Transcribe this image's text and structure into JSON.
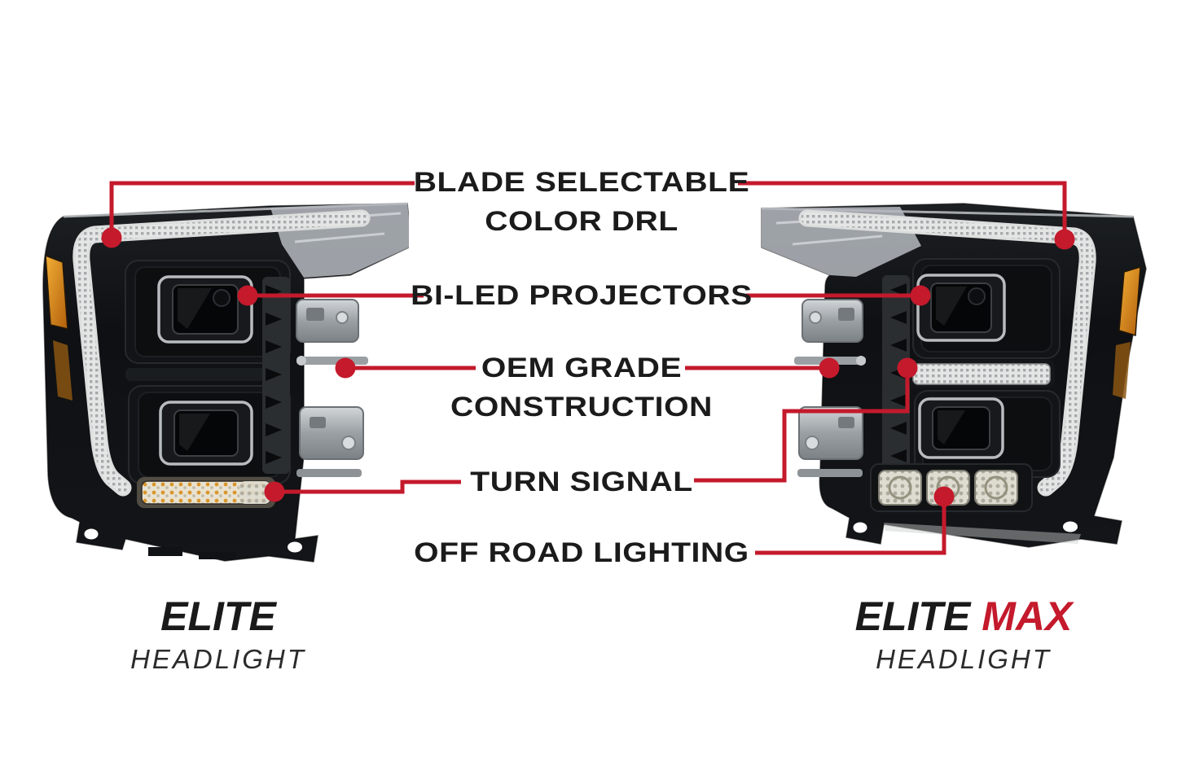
{
  "colors": {
    "accent_red": "#C41A2C",
    "label_black": "#1B1B1B",
    "background": "#FFFFFF"
  },
  "callouts": [
    {
      "line1": "BLADE SELECTABLE",
      "line2": "COLOR DRL"
    },
    {
      "line1": "BI-LED PROJECTORS"
    },
    {
      "line1": "OEM GRADE",
      "line2": "CONSTRUCTION"
    },
    {
      "line1": "TURN SIGNAL"
    },
    {
      "line1": "OFF ROAD LIGHTING"
    }
  ],
  "products": {
    "left": {
      "title": "ELITE",
      "subtitle": "HEADLIGHT",
      "image": "elite-headlight-photo"
    },
    "right": {
      "title": "ELITE",
      "title_accent": "MAX",
      "subtitle": "HEADLIGHT",
      "image": "elite-max-headlight-photo"
    }
  }
}
